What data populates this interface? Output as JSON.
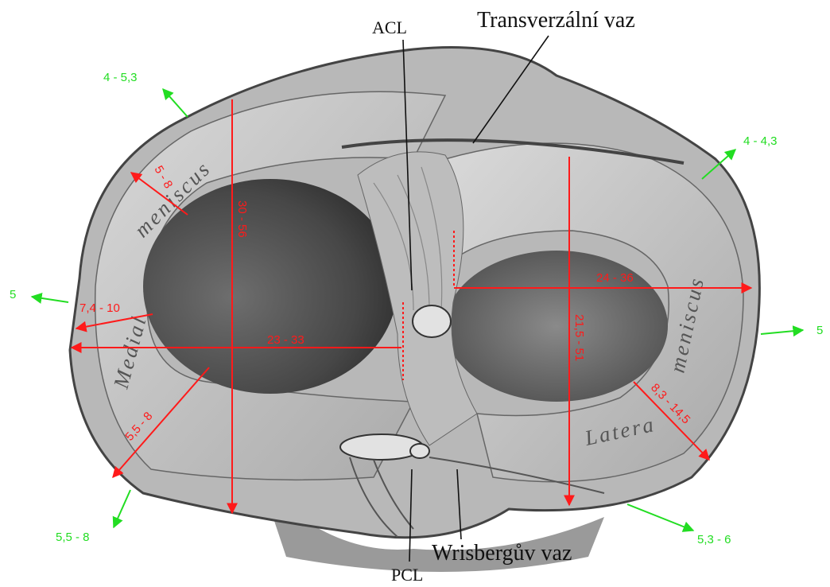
{
  "structures": {
    "acl": "ACL",
    "pcl": "PCL",
    "transverse_ligament": "Transverzální vaz",
    "wrisberg_ligament": "Wrisbergův vaz"
  },
  "engraved_text": {
    "medial_a": "meniscus",
    "medial_b": "Medial",
    "lateral_a": "Latera",
    "lateral_b": "meniscus"
  },
  "widths_green": {
    "medial_anterior": "4 - 5,3",
    "medial_middle": "5",
    "medial_posterior": "5,5 - 8",
    "lateral_anterior": "4 - 4,3",
    "lateral_middle": "5",
    "lateral_posterior": "5,3 - 6"
  },
  "dimensions_red": {
    "medial_anterior_horn": "5 - 8",
    "medial_ap_length": "30 - 56",
    "medial_body_width": "7,4 - 10",
    "medial_ml_width": "23 - 33",
    "medial_posterior_horn": "5,5 - 8",
    "lateral_ml_width": "24 - 36",
    "lateral_ap_length": "21,5 - 51",
    "lateral_posterior_horn": "8,3 - 14,5"
  },
  "colors": {
    "dimension_lines": "#ff1a1a",
    "width_arrows": "#22dd22",
    "labels": "#111111",
    "tibia_surface": "#8a8a8a",
    "meniscus": "#cfcfcf"
  }
}
